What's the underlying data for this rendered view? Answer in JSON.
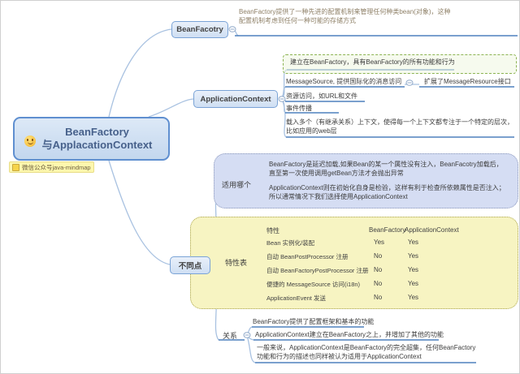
{
  "colors": {
    "branch_line": "#a9c2e1",
    "topic_underline": "#4f81bd",
    "node_fill": "#d9e5f5",
    "node_border": "#6f9bd4",
    "cloud_blue": "#d5ddf3",
    "cloud_yellow": "#f7f4c2",
    "boundary_green": "#8cb352"
  },
  "central": {
    "line1": "BeanFactory",
    "line2": "与ApplacationContext",
    "emoji_icon": "smiley-face"
  },
  "legend": {
    "label": "微信公众号java-mindmap"
  },
  "beanfactory": {
    "label": "BeanFacotry",
    "note": "BeanFactory提供了一种先进的配置机制来管理任何种类bean(对象)，这种配置机制考虑到任何一种可能的存储方式"
  },
  "application_context": {
    "label": "ApplicationContext",
    "children": [
      "建立在BeanFactory，具有BeanFactory的所有功能和行为",
      "MessageSource, 提供国际化的消息访问",
      "扩展了MessageResource接口",
      "资源访问，如URL和文件",
      "事件传播",
      "载入多个（有继承关系）上下文，使得每一个上下文都专注于一个特定的层次，比如应用的web层"
    ]
  },
  "differences": {
    "label": "不同点",
    "which_one": {
      "label": "适用哪个",
      "items": [
        "BeanFactory是延迟加载,如果Bean的某一个属性没有注入，BeanFacotry加载后，直至第一次使用调用getBean方法才会抛出异常",
        "ApplicationContext则在初始化自身是检验，这样有利于检查所依赖属性是否注入；所以通常情况下我们选择使用ApplicationContext"
      ]
    },
    "feature_table": {
      "label": "特性表",
      "headers": {
        "feature": "特性",
        "bf": "BeanFactory",
        "ac": "ApplicationContext"
      },
      "rows": [
        {
          "feature": "Bean 实例化/装配",
          "bf": "Yes",
          "ac": "Yes"
        },
        {
          "feature": "自动 BeanPostProcessor 注册",
          "bf": "No",
          "ac": "Yes"
        },
        {
          "feature": "自动 BeanFactoryPostProcessor 注册",
          "bf": "No",
          "ac": "Yes"
        },
        {
          "feature": "便捷的 MessageSource 访问(i18n)",
          "bf": "No",
          "ac": "Yes"
        },
        {
          "feature": "ApplicationEvent 发送",
          "bf": "No",
          "ac": "Yes"
        }
      ]
    },
    "relation": {
      "label": "关系",
      "items": [
        "BeanFactory提供了配置框架和基本的功能",
        "ApplicationContext建立在BeanFactory之上，并增加了其他的功能",
        "一般来说，ApplicationContext是BeanFactory的完全超集，任何BeanFactory功能和行为的描述也同样被认为适用于ApplicationContext"
      ]
    }
  }
}
